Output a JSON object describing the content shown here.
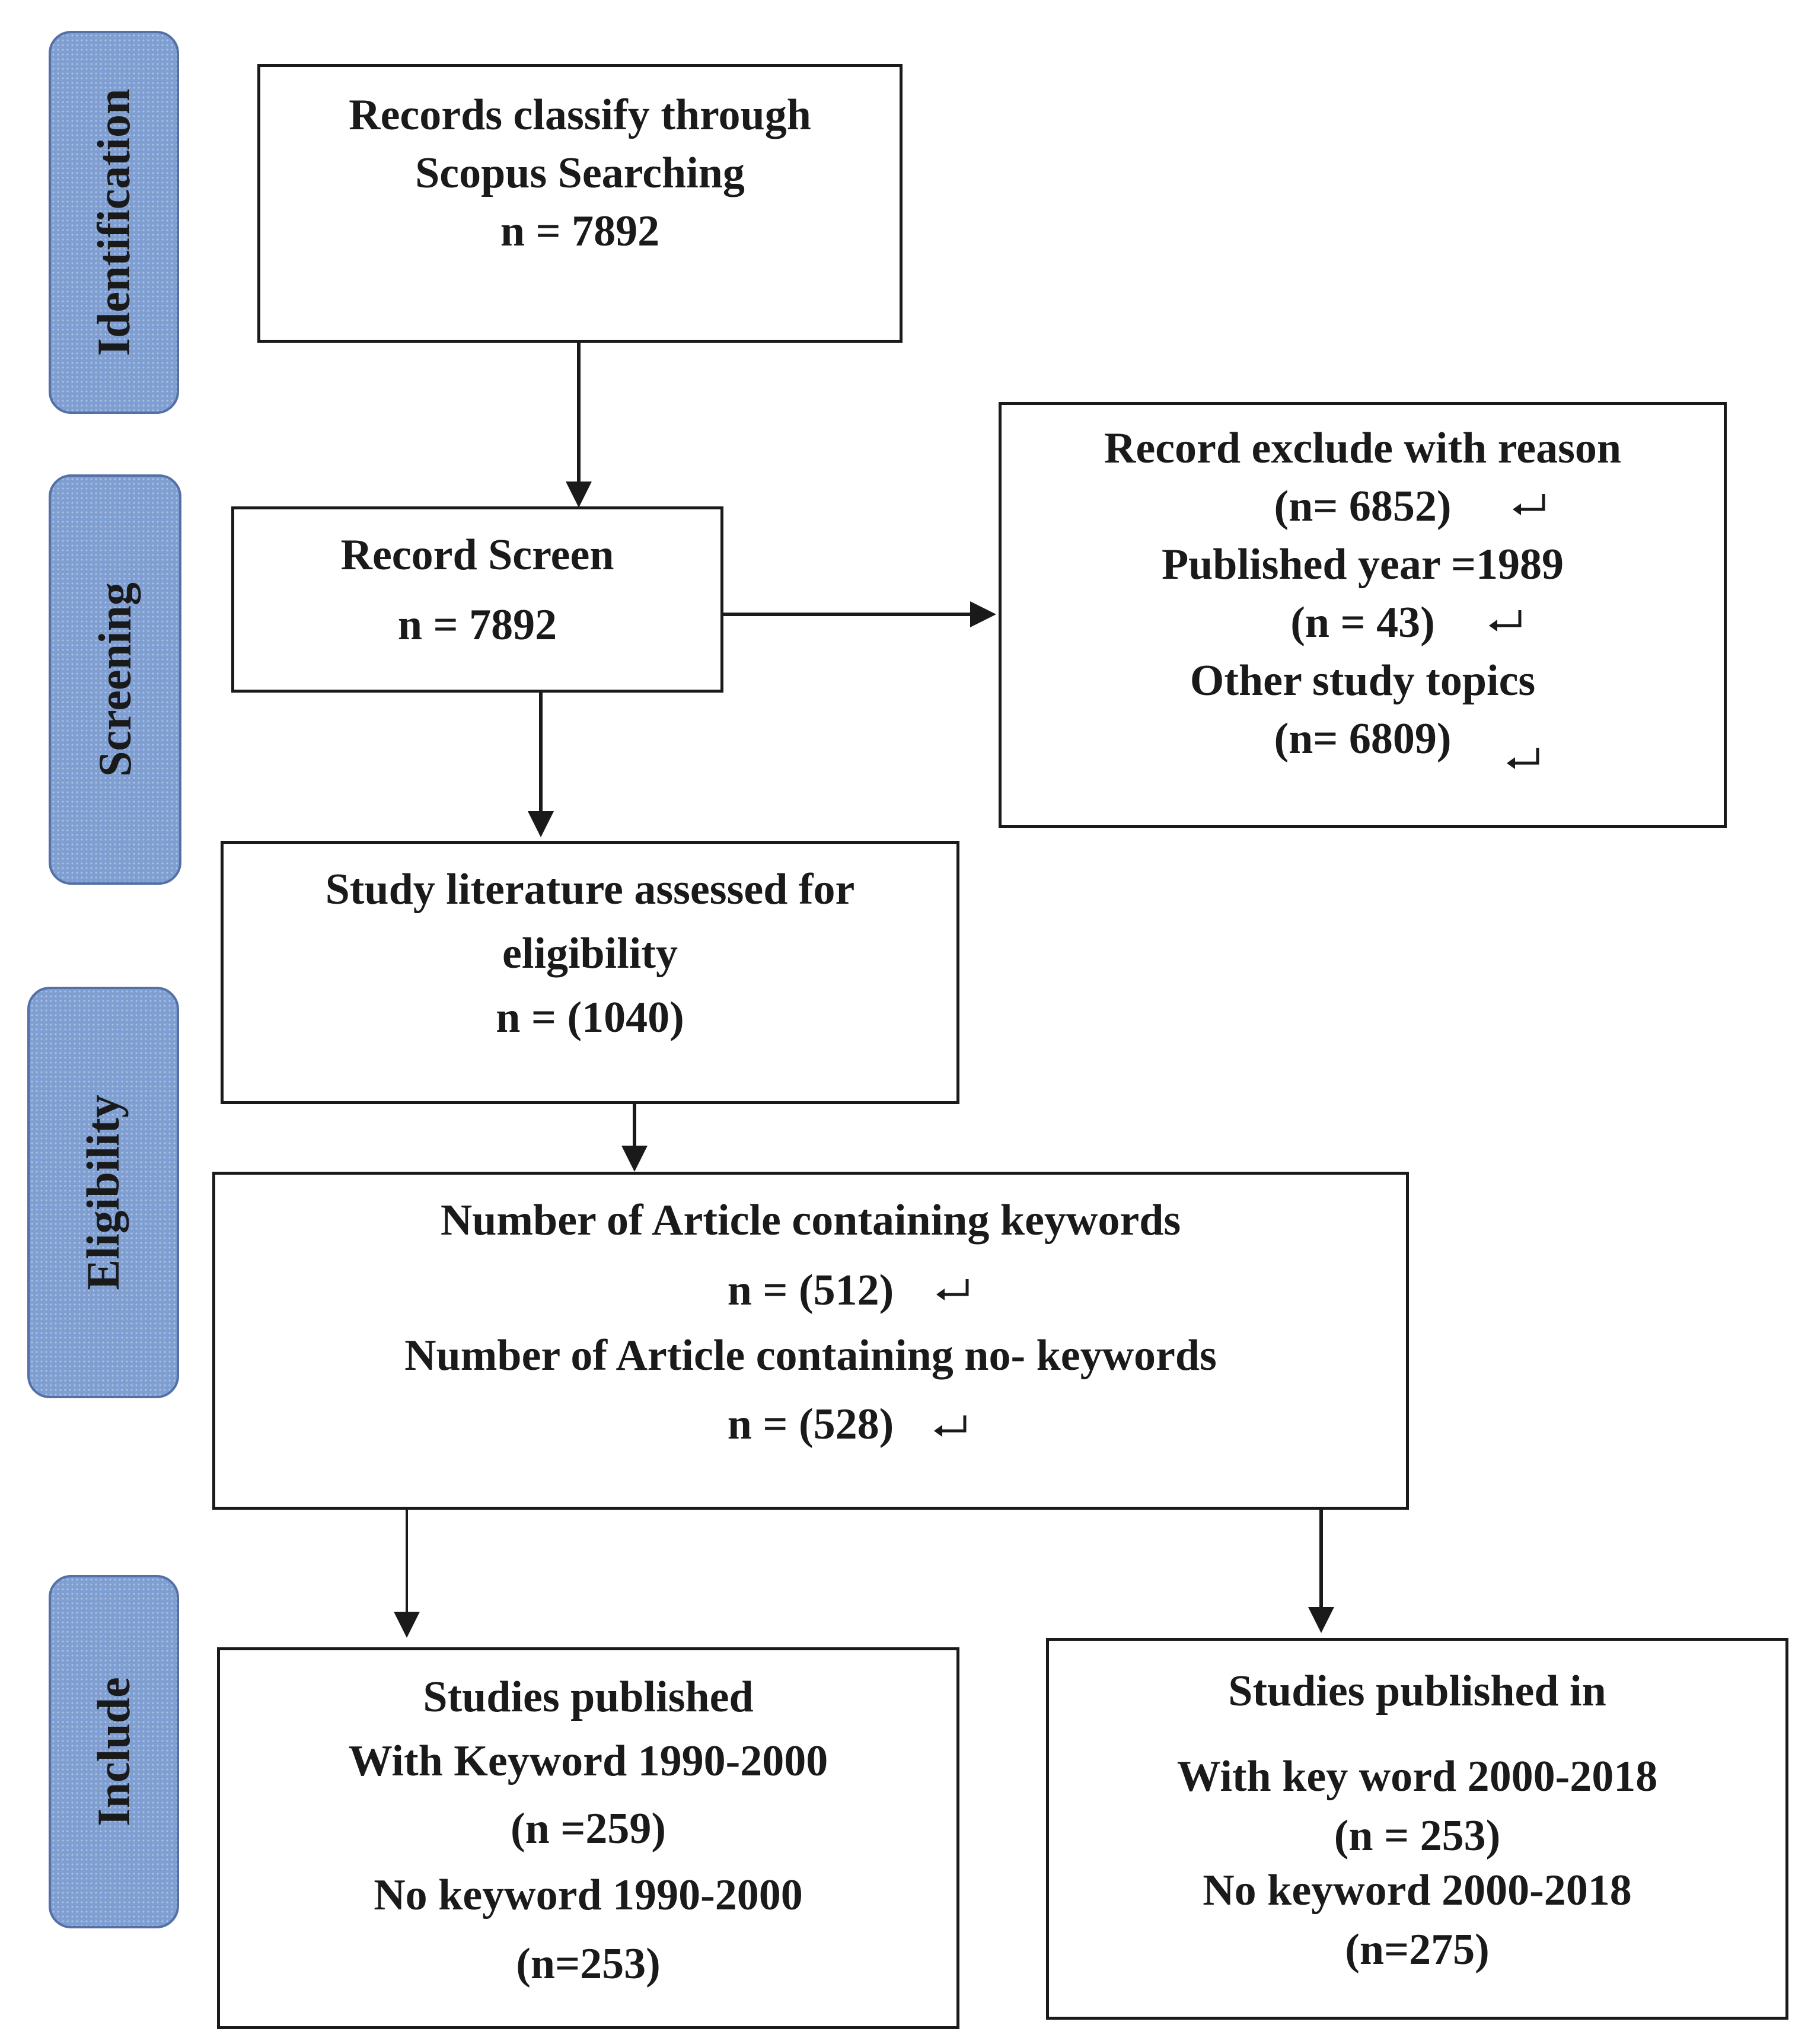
{
  "stages": [
    {
      "id": "identification",
      "label": "Identification"
    },
    {
      "id": "screening",
      "label": "Screening"
    },
    {
      "id": "eligibility",
      "label": "Eligibility"
    },
    {
      "id": "include",
      "label": "Include"
    }
  ],
  "boxes": {
    "records_classify": {
      "lines": [
        "Records classify through",
        "Scopus Searching",
        "n = 7892"
      ]
    },
    "record_screen": {
      "lines": [
        "Record Screen",
        "n = 7892"
      ]
    },
    "record_exclude": {
      "lines": [
        "Record exclude with reason",
        "(n= 6852)",
        "Published year =1989",
        "(n = 43)",
        "Other study topics",
        "(n= 6809)"
      ]
    },
    "study_literature": {
      "lines": [
        "Study literature assessed for",
        "eligibility",
        "n = (1040)"
      ]
    },
    "article_keywords": {
      "lines": [
        "Number of Article containing keywords",
        "n = (512)",
        "Number of Article containing no- keywords",
        "n = (528)"
      ]
    },
    "studies_1990_2000": {
      "lines": [
        "Studies published",
        "With Keyword 1990-2000",
        "(n =259)",
        "No keyword 1990-2000",
        "(n=253)"
      ]
    },
    "studies_2000_2018": {
      "lines": [
        "Studies published in",
        "With key word 2000-2018",
        "(n = 253)",
        "No keyword 2000-2018",
        "(n=275)"
      ]
    }
  },
  "icons": {
    "flow_arrow": "arrow-down-icon",
    "return_arrow": "return-arrow-icon"
  },
  "colors": {
    "stage_fill": "#7f9fd3",
    "stage_border": "#5470a6",
    "line": "#1a1a1a"
  }
}
